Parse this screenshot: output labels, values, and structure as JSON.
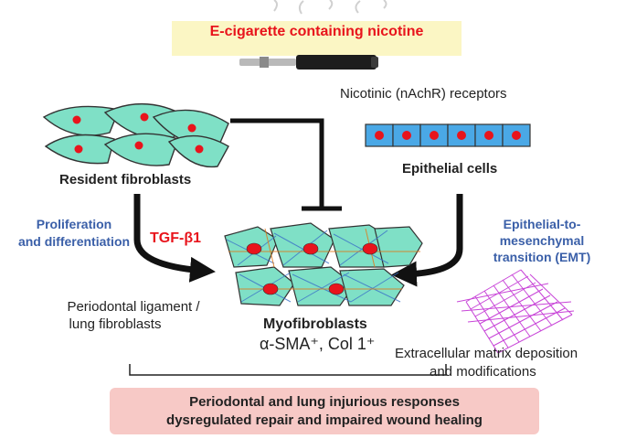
{
  "title": "E-cigarette containing nicotine",
  "receptors_label": "Nicotinic (nAchR) receptors",
  "resident_label": "Resident fibroblasts",
  "epithelial_label": "Epithelial cells",
  "proliferation_line1": "Proliferation",
  "proliferation_line2": "and differentiation",
  "tgf_label": "TGF-β1",
  "emt_line1": "Epithelial-to-",
  "emt_line2": "mesenchymal",
  "emt_line3": "transition (EMT)",
  "periodontal_line1": "Periodontal ligament /",
  "periodontal_line2": "lung fibroblasts",
  "myofibroblasts_label": "Myofibroblasts",
  "markers_label": "α-SMA⁺, Col 1⁺",
  "ecm_line1": "Extracellular matrix deposition",
  "ecm_line2": "and modifications",
  "bottom_line1": "Periodontal and lung injurious responses",
  "bottom_line2": "dysregulated repair and impaired wound healing",
  "colors": {
    "title_red": "#e8141c",
    "title_bg": "#fbf6c4",
    "fibroblast_fill": "#7fe0c6",
    "epithelial_fill": "#4aa8e6",
    "nucleus": "#e8141c",
    "ecm_mesh": "#c845d8",
    "label_blue": "#3a5fa8",
    "bottom_bg": "#f7c9c6"
  }
}
